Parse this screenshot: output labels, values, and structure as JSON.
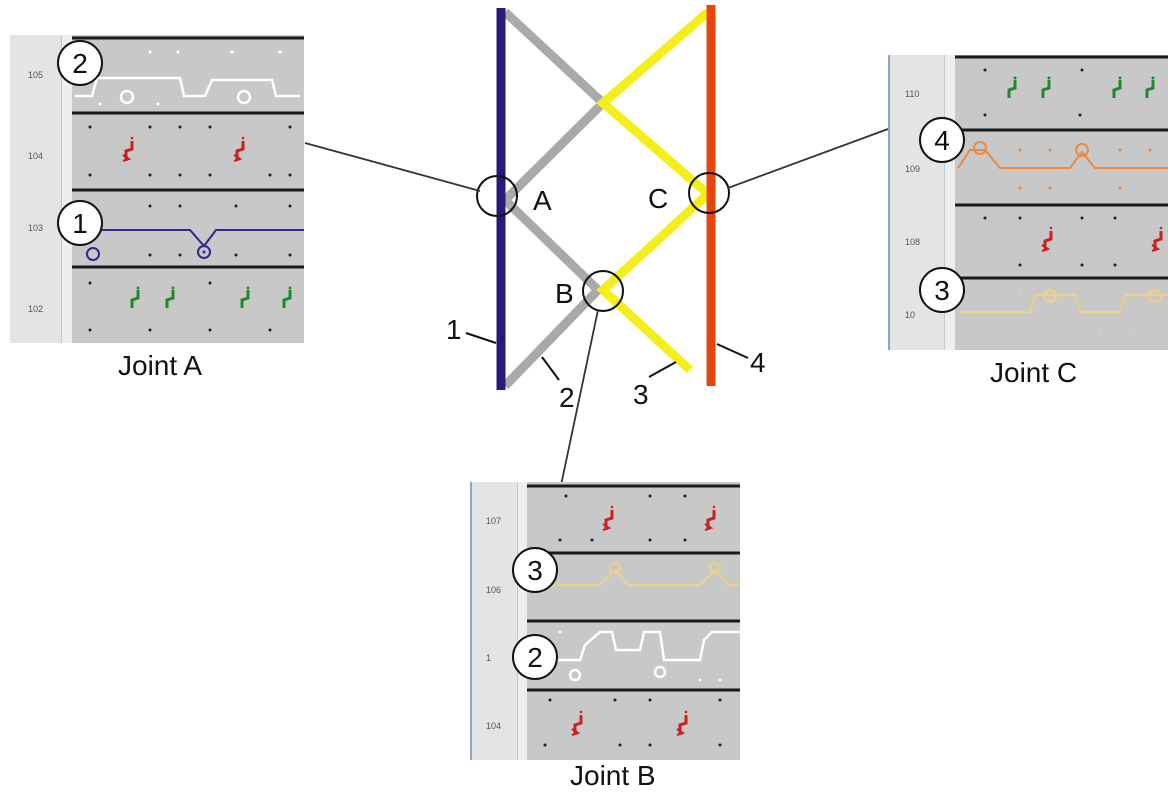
{
  "colors": {
    "strand1": "#2a1778",
    "strand2": "#a9a9a9",
    "strand3": "#f4ef1a",
    "strand4": "#e8440e",
    "panel_bg": "#c8c8c8",
    "panel_side": "#e4e4e4",
    "row_divider": "#1a1a1a",
    "green_sym": "#1f8a2a",
    "red_sym": "#cc1f1f",
    "peach_sym": "#f0cf86",
    "orange_sym": "#ec8a3f",
    "white_sym": "#ffffff",
    "purple_sym": "#2e2a90"
  },
  "center": {
    "joint_labels": {
      "a": "A",
      "b": "B",
      "c": "C"
    },
    "strand_labels": [
      "1",
      "2",
      "3",
      "4"
    ]
  },
  "panels": {
    "joint_a": {
      "caption": "Joint A",
      "rows": [
        "105",
        "104",
        "103",
        "102"
      ],
      "circle_labels": [
        "2",
        "1"
      ]
    },
    "joint_b": {
      "caption": "Joint B",
      "rows": [
        "107",
        "106",
        "1",
        "104"
      ],
      "circle_labels": [
        "3",
        "2"
      ]
    },
    "joint_c": {
      "caption": "Joint C",
      "rows": [
        "110",
        "109",
        "108",
        "10"
      ],
      "circle_labels": [
        "4",
        "3"
      ]
    }
  }
}
